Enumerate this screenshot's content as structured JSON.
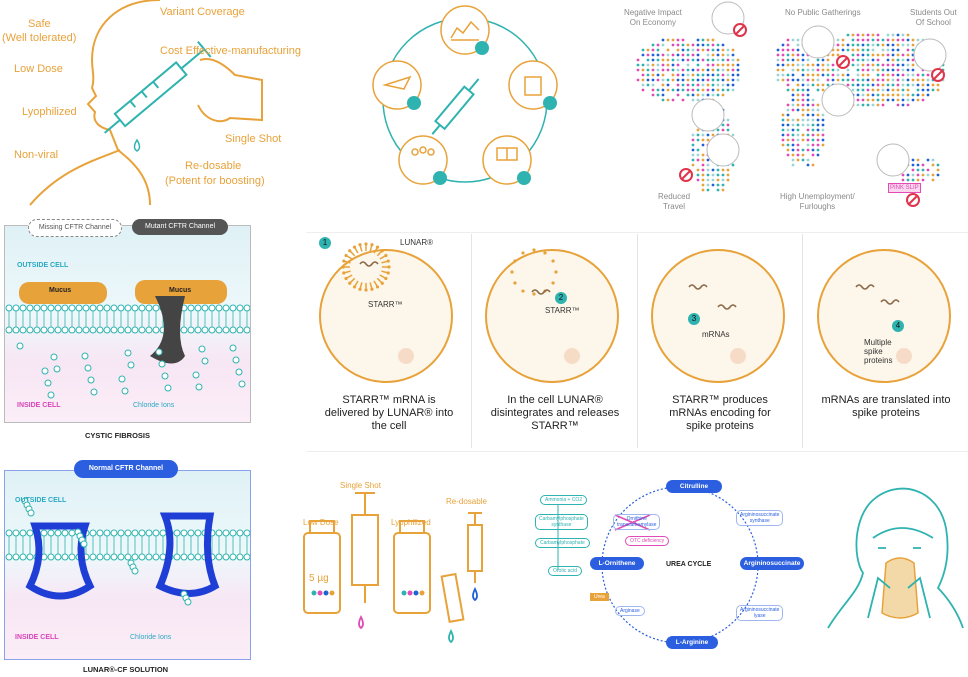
{
  "panel_vaccine_benefits": {
    "labels": [
      "Safe",
      "(Well tolerated)",
      "Low Dose",
      "Lyophilized",
      "Non-viral",
      "Variant Coverage",
      "Cost Effective-manufacturing",
      "Single Shot",
      "Re-dosable",
      "(Potent for boosting)"
    ]
  },
  "panel_world_impact": {
    "labels": [
      "Negative Impact\nOn Economy",
      "No Public Gatherings",
      "Students Out\nOf School",
      "Reduced\nTravel",
      "High Unemployment/\nFurloughs",
      "PINK\nSLIP"
    ]
  },
  "panel_cystic_fibrosis": {
    "missing_label": "Missing CFTR Channel",
    "mutant_label": "Mutant CFTR Channel",
    "outside": "OUTSIDE CELL",
    "inside": "INSIDE CELL",
    "mucus": "Mucus",
    "chloride": "Chloride Ions",
    "caption": "CYSTIC FIBROSIS"
  },
  "panel_mechanism": {
    "steps": [
      {
        "num": "1",
        "labels": [
          "LUNAR®",
          "STARR™"
        ],
        "caption": "STARR™ mRNA is\ndelivered by LUNAR® into\nthe cell"
      },
      {
        "num": "2",
        "labels": [
          "STARR™"
        ],
        "caption": "In the cell LUNAR®\ndisintegrates and releases\nSTARR™"
      },
      {
        "num": "3",
        "labels": [
          "mRNAs"
        ],
        "caption": "STARR™ produces\nmRNAs encoding for\nspike proteins"
      },
      {
        "num": "4",
        "labels": [
          "Multiple\nspike\nproteins"
        ],
        "caption": "mRNAs are translated into\nspike proteins"
      }
    ]
  },
  "panel_lunar_cf": {
    "header": "Normal CFTR Channel",
    "outside": "OUTSIDE CELL",
    "inside": "INSIDE CELL",
    "chloride": "Chloride Ions",
    "caption": "LUNAR®-CF SOLUTION"
  },
  "panel_vials": {
    "single_shot": "Single Shot",
    "low_dose": "Low Dose",
    "lyophilized": "Lyophilized",
    "redosable": "Re-dosable",
    "dose": "5 µg"
  },
  "panel_urea_cycle": {
    "title": "UREA CYCLE",
    "nodes": [
      "Citrulline",
      "Argininosuccinate",
      "L-Arginine",
      "L-Ornithene"
    ],
    "enzymes": [
      "Argininosuccinate\nsynthase",
      "Argininosuccinate\nlyase",
      "Arginase",
      "Ornithine\ntranscarbamylase"
    ],
    "left": [
      "Ammonia + CO2",
      "Carbamylphosphate\nsynthase",
      "Carbamylphosphate",
      "Orotic acid"
    ],
    "deficiency": "OTC deficiency",
    "urea": "Urea"
  },
  "colors": {
    "orange": "#e8a23a",
    "teal": "#2fb3b0",
    "blue": "#1e63d6",
    "pink": "#e04bb5"
  }
}
